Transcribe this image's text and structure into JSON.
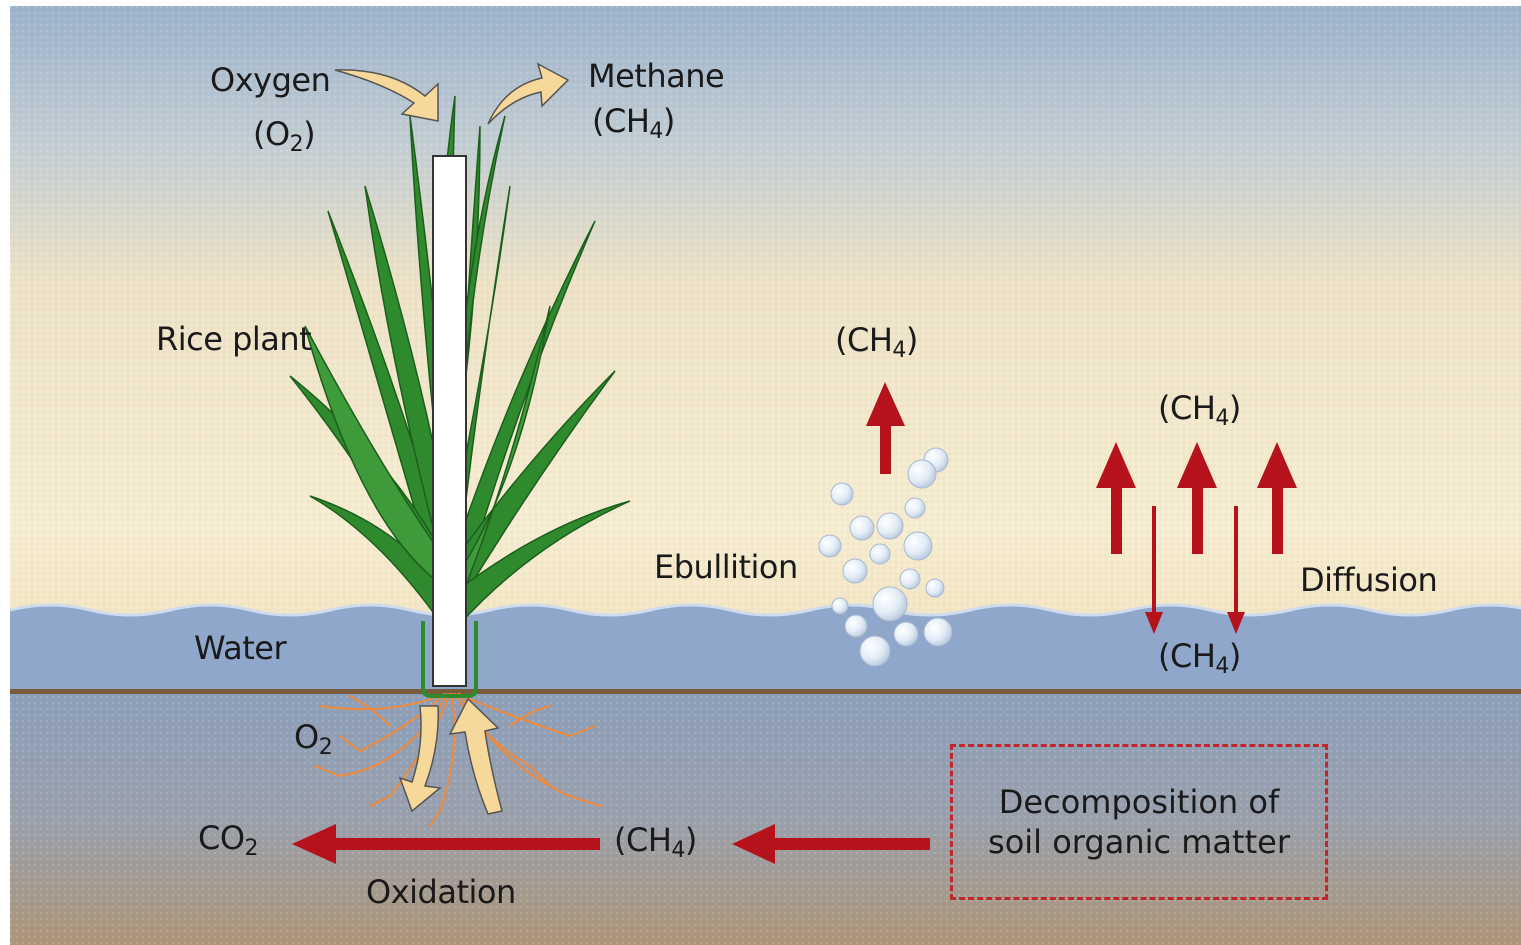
{
  "labels": {
    "oxygen_top": "Oxygen",
    "oxygen_top_formula": {
      "base": "(O",
      "sub": "2",
      "end": ")"
    },
    "methane_top": "Methane",
    "methane_top_formula": {
      "base": "(CH",
      "sub": "4",
      "end": ")"
    },
    "rice_plant": "Rice plant",
    "ebullition": "Ebullition",
    "ebullition_formula": {
      "base": "(CH",
      "sub": "4",
      "end": ")"
    },
    "diffusion": "Diffusion",
    "diffusion_formula_top": {
      "base": "(CH",
      "sub": "4",
      "end": ")"
    },
    "diffusion_formula_bottom": {
      "base": "(CH",
      "sub": "4",
      "end": ")"
    },
    "water": "Water",
    "root_oxygen": {
      "base": "O",
      "sub": "2"
    },
    "co2": {
      "base": "CO",
      "sub": "2"
    },
    "soil_methane": {
      "base": "(CH",
      "sub": "4",
      "end": ")"
    },
    "oxidation": "Oxidation",
    "decomposition_line1": "Decomposition of",
    "decomposition_line2": "soil organic matter"
  },
  "colors": {
    "sky_top": "#9fb4cb",
    "sky_mid": "#f3e6c8",
    "horizon": "#f6ecd0",
    "water": "#8fa6c8",
    "soil_line": "#7a5a3c",
    "soil_top": "#8ea0b8",
    "soil_bottom": "#a89478",
    "leaf": "#2f8a2e",
    "leaf_dark": "#1c5e1c",
    "arrow_red": "#b5121b",
    "arrow_pale": "#f6d89a",
    "root": "#f08a3a",
    "bubble": "#dde8f5"
  }
}
